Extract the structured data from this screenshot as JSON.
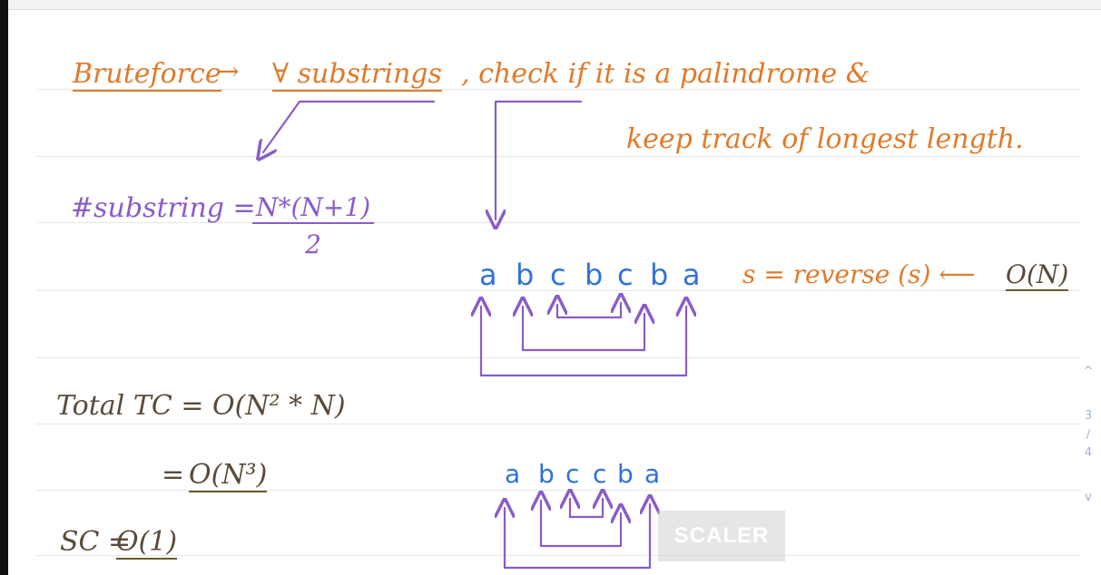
{
  "notes": {
    "line1_left": "Bruteforce",
    "arrow": "→",
    "line1_mid": "∀ substrings",
    "line1_right": ", check if it is a palindrome &",
    "line2": "keep track of longest length.",
    "substring_label": "#substring =",
    "fraction_num": "N*(N+1)",
    "fraction_den": "2",
    "total_tc": "Total TC = O(N² * N)",
    "tc_eq": "= ",
    "tc_value": "O(N³)",
    "sc_label": "SC = ",
    "sc_value": "O(1)",
    "reverse_eq": "s = reverse (s) ⟵ ",
    "reverse_cost": "O(N)"
  },
  "example1": {
    "letters": [
      "a",
      "b",
      "c",
      "b",
      "c",
      "b",
      "a"
    ]
  },
  "example2": {
    "letters": [
      "a",
      "b",
      "c",
      "c",
      "b",
      "a"
    ]
  },
  "scroll": {
    "up": "^",
    "current": "3",
    "sep": "/",
    "total": "4",
    "down": "v"
  },
  "watermark": "SCALER",
  "colors": {
    "orange": "#e07a2a",
    "purple": "#8a5cc8",
    "blue": "#2f73d6"
  }
}
